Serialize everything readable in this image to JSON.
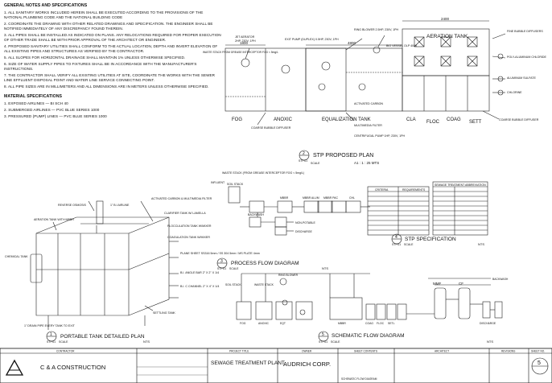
{
  "notes": {
    "heading": "GENERAL NOTES AND SPECIFICATIONS",
    "items": [
      "1. ALL SANITARY WORKS INCLUDED HEREIN SHALL BE EXECUTED ACCORDING TO THE PROVISIONS OF THE NATIONAL PLUMBING CODE AND THE NATIONAL BUILDING CODE",
      "2. COORDINATE THE DRAWING WITH OTHER RELATED DRAWINGS AND SPECIFICATION. THE ENGINEER SHALL BE NOTIFIED IMMEDIATELY OF ANY DISCREPANCY FOUND THEREIN.",
      "3. ALL PIPES SHALL BE INSTALLED AS INDICATED ON PLANS. ANY RELOCATIONS REQUIRED FOR PROPER EXECUTION OF OTHER TRADE SHALL BE WITH PRIOR APPROVAL OF THE ARCHITECT OR ENGINEER.",
      "4. PROPOSED SANITARY UTILITIES SHALL CONFORM TO THE ACTUAL LOCATION, DEPTH AND INVERT ELEVATION OF ALL EXISTING PIPES AND STRUCTURES AS VERIFIED BY THE CONTRACTOR.",
      "5. ALL SLOPES FOR HORIZONTAL DRAINAGE SHALL MAINTAIN 1% UNLESS OTHERWISE SPECIFIED.",
      "6. SIZE OF WATER SUPPLY PIPES TO FIXTURES SHALL BE IN ACCORDANCE WITH THE MANUFACTURER'S INSTRUCTIONS.",
      "7. THE CONTRACTOR SHALL VERIFY ALL EXISTING UTILITIES AT SITE, COORDINATE THE WORKS WITH THE SEWER LINE EFFLUENT DISPOSAL POINT AND WATER LINE SERVICE CONNECTING POINT.",
      "8. ALL PIPE SIZES ARE IN MILLIMETERS AND ALL DIMENSIONS ARE IN METERS UNLESS OTHERWISE SPECIFIED."
    ],
    "material_heading": "MATERIAL SPECIFICATIONS",
    "materials": [
      "1. EXPOSED AIRLINES — BI SCH 40",
      "2. SUBMERGED AIRLINES — PVC BLUE SERIES 1000",
      "3. PRESSURED (PUMP) LINES — PVC BLUE SERIES 1000"
    ]
  },
  "stp_plan": {
    "tanks": [
      "FOG",
      "ANOXIC",
      "EQUALIZATION TANK",
      "CLA",
      "FLOC",
      "COAG",
      "SETT"
    ],
    "aeration": "AERATION TANK",
    "dims": [
      "1800",
      "4800",
      "2400"
    ],
    "labels": {
      "jet_aerator": "JET AERATOR",
      "jet_aerator_spec": "2HP, 230V, 1PH",
      "waste_stack": "WASTE STACK FROM GREASE INTERCEPTOR FOG < 5mg/L",
      "exit_pump": "EXIT PUMP (DUPLEX) 0.5HP, 230V, 1PH",
      "ring_blower": "RING BLOWER 2.5HP, 230V, 1PH",
      "bio_vessel": "BIO VESSEL OLP 4040",
      "activated_carbon": "ACTIVATED CARBON",
      "multimedia": "MULTIMEDIA FILTER",
      "centrifugal": "CENTRIFUGAL PUMP 1HP, 230V, 1PH",
      "fine_bubble": "FINE BUBBLE DIFFUSERS",
      "poly_al": "POLY-ALUMINUM CHLORIDE",
      "al_sulfate": "ALUMINUM SULFATE",
      "chlorine": "CHLORINE",
      "coarse_right": "COARSE BUBBLE DIFFUSER",
      "coarse_left": "COARSE BUBBLE DIFFUSER"
    },
    "title": "STP PROPOSED PLAN",
    "scale": "A1 : 1 : 25 MTS",
    "num": "2",
    "sheet_ref": "STPS1",
    "scale_word": "SCALE"
  },
  "process_flow": {
    "title": "PROCESS FLOW DIAGRAM",
    "num": "3",
    "sheet_ref": "STPS1",
    "scale_word": "SCALE",
    "nts": "NTS",
    "labels": {
      "waste": "WASTE STACK (FROM GREASE INTERCEPTOR FOG < 5mg/L)",
      "influent": "INFLUENT",
      "soil_stack": "SOIL STACK",
      "mbbr": "MBBR",
      "mbbr_alum": "MBBR ALUM",
      "mbbr_pac": "MBBR PAC",
      "chl": "CHL",
      "backwash": "BACKWASH",
      "non_potable": "NON-POTABLE",
      "discharge": "DISCHARGE"
    }
  },
  "stp_spec": {
    "title": "STP SPECIFICATION",
    "num": "4",
    "sheet_ref": "STPS1",
    "scale_word": "SCALE",
    "nts": "NTS",
    "table_header": [
      "CRITERIA",
      "REQUIREMENTS"
    ],
    "abbr_header": "SEWAGE TREATMENT ABBREVIATION"
  },
  "portable": {
    "title": "PORTABLE TANK DETAILED PLAN",
    "num": "1",
    "sheet_ref": "STPS1",
    "scale_word": "SCALE",
    "nts": "NTS",
    "labels": {
      "reverse": "REVERSE OSMOSIS",
      "aeration": "AERATION TANK WITH MBBR",
      "bi_airline": "1\" B.I AIRLINE",
      "activated": "ACTIVATED CARBON & MULTIMEDIA FILTER",
      "clarifier": "CLARIFIER TANK W/ LAMELLA",
      "flocculation": "FLOCCULATION TANK W/MIXER",
      "coagulation": "COAGULATION TANK W/MIXER",
      "chemical": "CHEMICAL TANK",
      "plane": "PLANE SHEET SS316 5mm / SS 304 5mm / MS PLATE 4mm",
      "angle": "B.I. ANGLE BAR 2\" X 2\" X 1/4",
      "channel": "B.I. C CHANNEL 2\" X 4\" X 1/4",
      "settling": "SETTLING TANK",
      "drain": "1\" DRAIN PIPE EVERY TANK TO EXIT"
    }
  },
  "schematic": {
    "title": "SCHEMATIC FLOW DIAGRAM",
    "num": "5",
    "sheet_ref": "STPS1",
    "scale_word": "SCALE",
    "nts": "NTS",
    "labels": {
      "mmf": "MMF",
      "cf": "CF",
      "backwash": "BACKWASH",
      "ring_blower": "RING BLOWER",
      "soil_stack": "SOIL STACK",
      "waste_stack": "WASTE STACK",
      "fog": "FOG",
      "anoxic": "ANOXIC",
      "eqt": "EQT",
      "mbbr": "MBBR",
      "coag": "COAG",
      "floc": "FLOC",
      "setl": "SETL",
      "discharge": "DISCHARGE"
    }
  },
  "title_block": {
    "contractor_label": "CONTRACTOR",
    "contractor_name": "C & A CONSTRUCTION",
    "project_label": "PROJECT TITLE",
    "project_title": "SEWAGE TREATMENT PLANT",
    "owner_label": "OWNER",
    "owner": "AUDRICH CORP.",
    "sheet_contents_label": "SHEET CONTENTS",
    "architect_label": "ARCHITECT",
    "revisions_label": "REVISIONS",
    "sheet_no_label": "SHEET NO.",
    "sheet_no": "5",
    "schematic_contents": "SCHEMATIC FLOW DIAGRAM"
  }
}
